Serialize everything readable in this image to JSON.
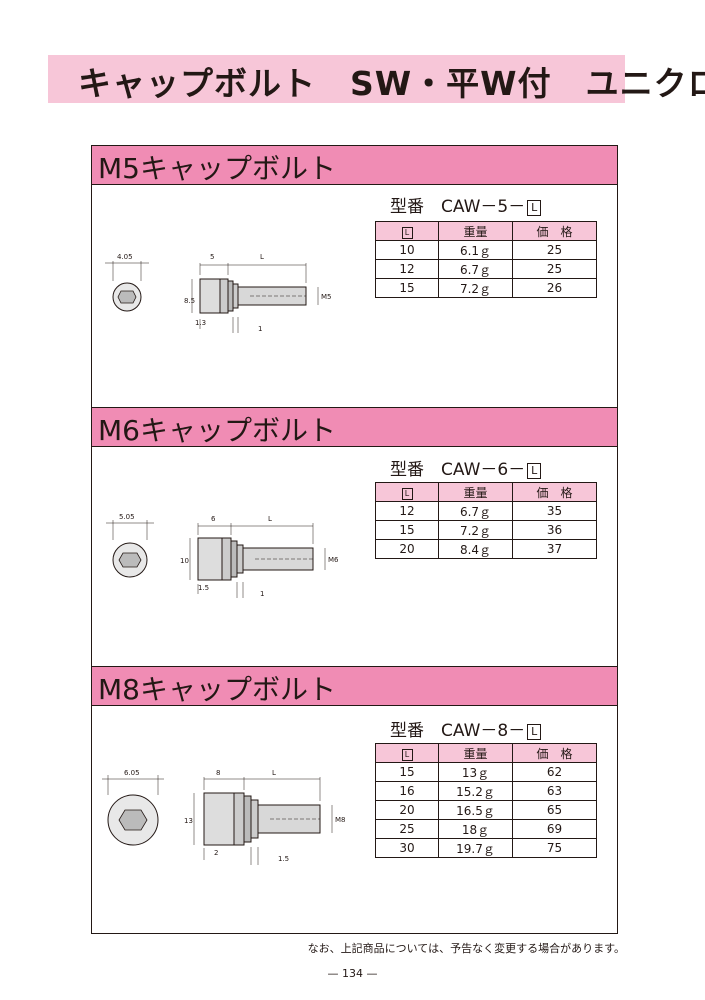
{
  "page": {
    "title": "キャップボルト　SW・平W付　ユニクロ",
    "note": "なお、上記商品については、予告なく変更する場合があります。",
    "page_number": "— 134 —"
  },
  "table_headers": {
    "length": "L",
    "weight": "重量",
    "price": "価　格"
  },
  "sections": [
    {
      "heading": "M5キャップボルト",
      "model_prefix": "型番　CAW－5－",
      "model_suffix": "L",
      "dims": {
        "head_width": "4.05",
        "head_len": "5",
        "length": "L",
        "height": "8.5",
        "thread": "M5",
        "washer": "1.3",
        "gap": "1"
      },
      "rows": [
        {
          "length": "10",
          "weight": "6.1ｇ",
          "price": "25"
        },
        {
          "length": "12",
          "weight": "6.7ｇ",
          "price": "25"
        },
        {
          "length": "15",
          "weight": "7.2ｇ",
          "price": "26"
        }
      ]
    },
    {
      "heading": "M6キャップボルト",
      "model_prefix": "型番　CAW－6－",
      "model_suffix": "L",
      "dims": {
        "head_width": "5.05",
        "head_len": "6",
        "length": "L",
        "height": "10",
        "thread": "M6",
        "washer": "1.5",
        "gap": "1"
      },
      "rows": [
        {
          "length": "12",
          "weight": "6.7ｇ",
          "price": "35"
        },
        {
          "length": "15",
          "weight": "7.2ｇ",
          "price": "36"
        },
        {
          "length": "20",
          "weight": "8.4ｇ",
          "price": "37"
        }
      ]
    },
    {
      "heading": "M8キャップボルト",
      "model_prefix": "型番　CAW－8－",
      "model_suffix": "L",
      "dims": {
        "head_width": "6.05",
        "head_len": "8",
        "length": "L",
        "height": "13",
        "thread": "M8",
        "washer": "2",
        "gap": "1.5"
      },
      "rows": [
        {
          "length": "15",
          "weight": "13ｇ",
          "price": "62"
        },
        {
          "length": "16",
          "weight": "15.2ｇ",
          "price": "63"
        },
        {
          "length": "20",
          "weight": "16.5ｇ",
          "price": "65"
        },
        {
          "length": "25",
          "weight": "18ｇ",
          "price": "69"
        },
        {
          "length": "30",
          "weight": "19.7ｇ",
          "price": "75"
        }
      ]
    }
  ]
}
